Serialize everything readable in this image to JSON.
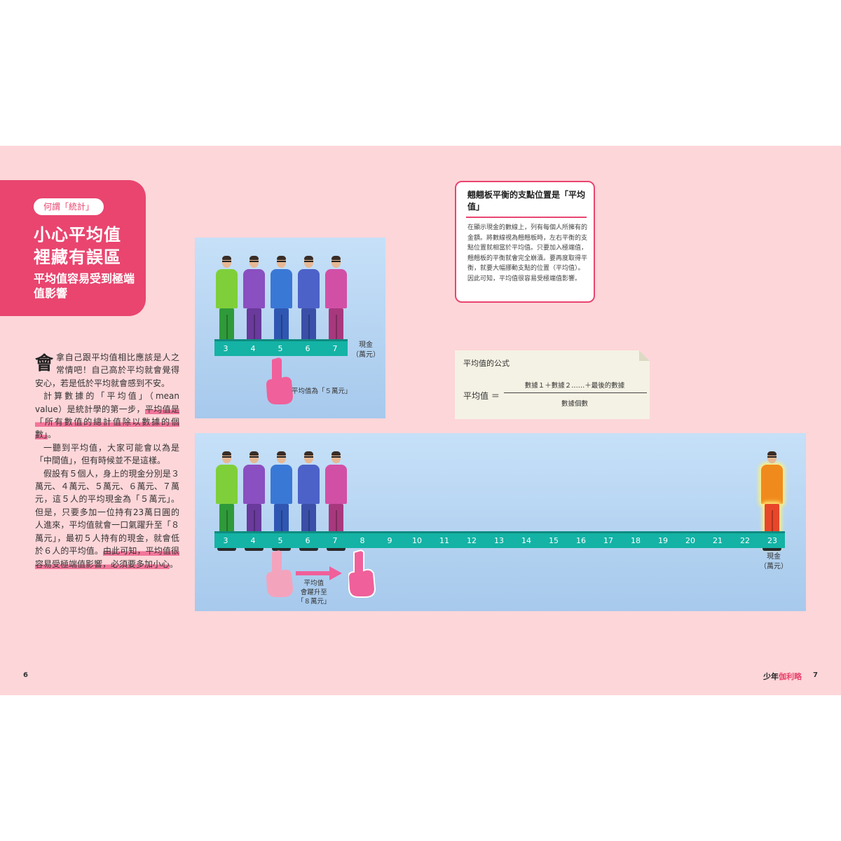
{
  "title_block": {
    "tag": "何謂「統計」",
    "title_line1": "小心平均值",
    "title_line2": "裡藏有誤區",
    "subtitle": "平均值容易受到極端值影響"
  },
  "body": {
    "dropcap": "會",
    "p1": "拿自己跟平均值相比應該是人之常情吧！自己高於平均就會覺得安心，若是低於平均就會感到不安。",
    "p2_a": "計算數據的「平均值」（mean value）是統計學的第一步，",
    "p2_hl": "平均值是「所有數值的總計值除以數據的個數」",
    "p2_b": "。",
    "p3": "一聽到平均值，大家可能會以為是「中間值」，但有時候並不是這樣。",
    "p4_a": "假設有５個人，身上的現金分別是３萬元、４萬元、５萬元、６萬元、７萬元，這５人的平均現金為「５萬元」。但是，只要多加一位持有23萬日圓的人進來，平均值就會一口氣躍升至「８萬元」，最初５人持有的現金，就會低於６人的平均值。",
    "p4_hl": "由此可知，平均值很容易受極端值影響，必須要多加小心",
    "p4_b": "。"
  },
  "figure_top": {
    "ruler_ticks": [
      "3",
      "4",
      "5",
      "6",
      "7"
    ],
    "axis_label_1": "現金",
    "axis_label_2": "（萬元）",
    "pointer_caption": "平均值為「５萬元」",
    "mean_value": 5
  },
  "figure_bottom": {
    "ruler_ticks": [
      "3",
      "4",
      "5",
      "6",
      "7",
      "8",
      "9",
      "10",
      "11",
      "12",
      "13",
      "14",
      "15",
      "16",
      "17",
      "18",
      "19",
      "20",
      "21",
      "22",
      "23"
    ],
    "axis_label_1": "現金",
    "axis_label_2": "（萬元）",
    "caption_1": "平均值",
    "caption_2": "會躍升至",
    "caption_3": "「８萬元」",
    "old_mean": 5,
    "new_mean": 8
  },
  "people": {
    "values": [
      3,
      4,
      5,
      6,
      7
    ],
    "outlier_value": 23,
    "shirt_colors": [
      "#7fcf3a",
      "#8a4fc0",
      "#3a78d6",
      "#4d62c8",
      "#d24fa6"
    ],
    "pants_colors": [
      "#2f9a3a",
      "#6a3a9c",
      "#2f57b2",
      "#3b4fa8",
      "#a8387e"
    ],
    "outlier_shirt": "#f08a1c",
    "outlier_pants": "#e8462a"
  },
  "seesaw_box": {
    "title": "翹翹板平衡的支點位置是「平均值」",
    "text": "在顯示現金的數線上，列有每個人所擁有的金額。將數線視為翹翹板時，左右平衡的支點位置就相當於平均值。只要加入極端值，翹翹板的平衡就會完全崩潰。要再度取得平衡，就要大幅挪動支點的位置（平均值）。因此可知，平均值很容易受極端值影響。"
  },
  "formula": {
    "title": "平均值的公式",
    "lhs": "平均值 ＝",
    "numerator": "數據１＋數據２……＋最後的數據",
    "denominator": "數據個數"
  },
  "footer": {
    "left_page": "6",
    "brand_1": "少年",
    "brand_2": "伽利略",
    "right_page": "7"
  },
  "colors": {
    "accent": "#e9456f",
    "background": "#fdd6d9",
    "ruler": "#14b3a5",
    "pointer_light": "#f4a3bd",
    "pointer_strong": "#f0609a"
  }
}
